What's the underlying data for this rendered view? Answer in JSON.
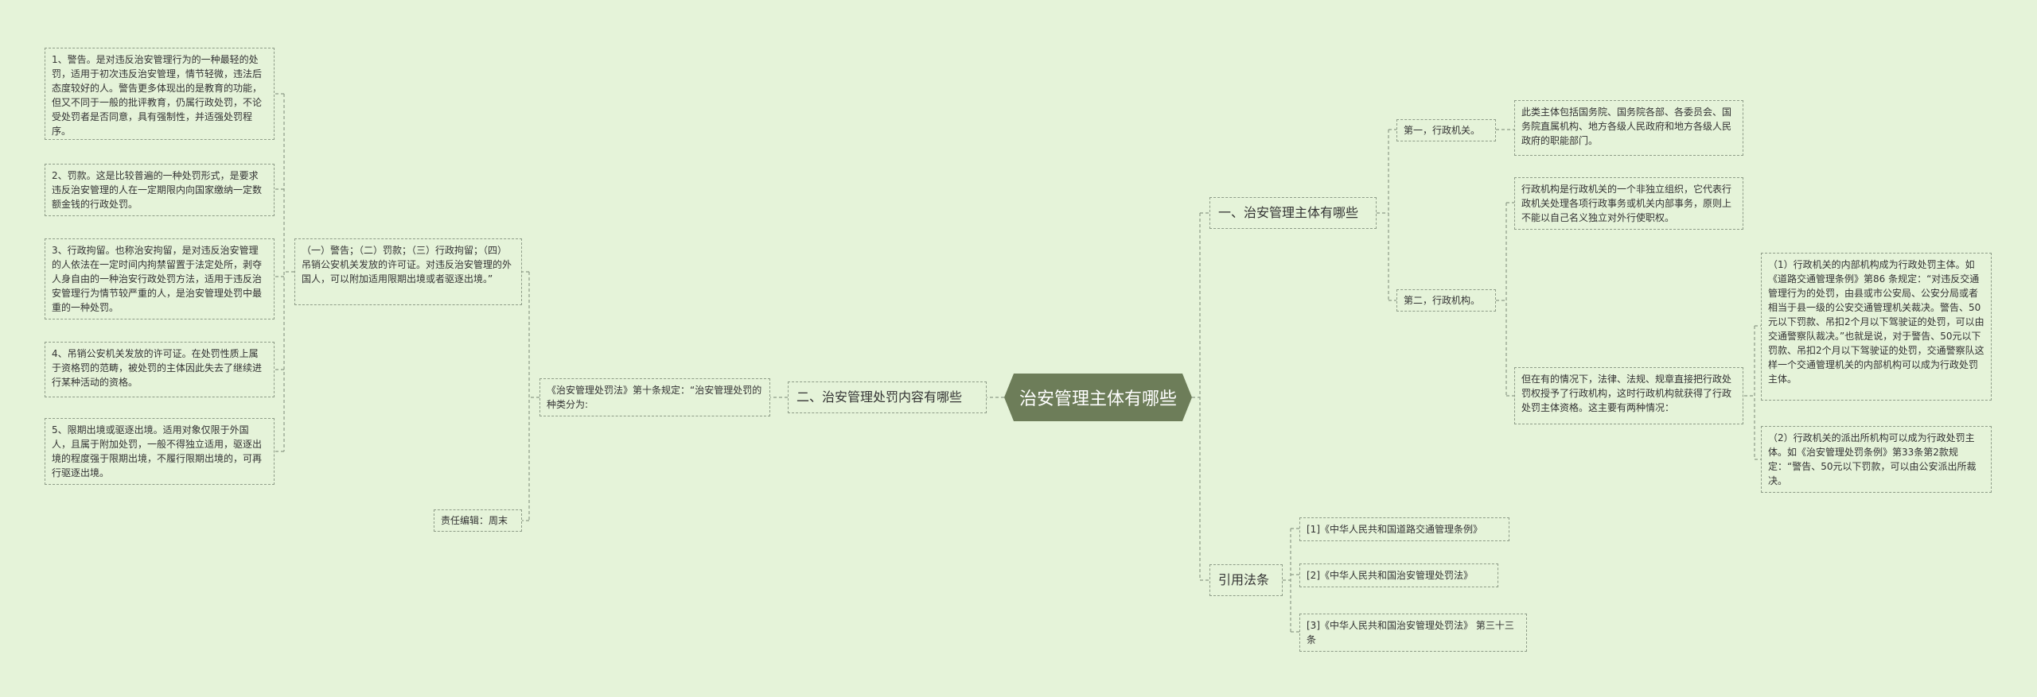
{
  "root": {
    "label": "治安管理主体有哪些"
  },
  "right": {
    "section1": {
      "label": "一、治安管理主体有哪些",
      "first": {
        "label": "第一，行政机关。",
        "desc": "此类主体包括国务院、国务院各部、各委员会、国务院直属机构、地方各级人民政府和地方各级人民政府的职能部门。"
      },
      "second": {
        "label": "第二，行政机构。",
        "desc1": "行政机构是行政机关的一个非独立组织，它代表行政机关处理各项行政事务或机关内部事务，原则上不能以自己名义独立对外行使职权。",
        "desc2": "但在有的情况下，法律、法规、规章直接把行政处罚权授予了行政机构，这时行政机构就获得了行政处罚主体资格。这主要有两种情况：",
        "case1": "（1）行政机关的内部机构成为行政处罚主体。如《道路交通管理条例》第86 条规定：“对违反交通管理行为的处罚，由县或市公安局、公安分局或者相当于县一级的公安交通管理机关裁决。警告、50元以下罚款、吊扣2个月以下驾驶证的处罚，可以由交通警察队裁决。”也就是说，对于警告、50元以下罚款、吊扣2个月以下驾驶证的处罚，交通警察队这样一个交通管理机关的内部机构可以成为行政处罚主体。",
        "case2": "（2）行政机关的派出所机构可以成为行政处罚主体。如《治安管理处罚条例》第33条第2款规定：“警告、50元以下罚款，可以由公安派出所裁决。"
      }
    },
    "refs": {
      "label": "引用法条",
      "items": [
        "[1]《中华人民共和国道路交通管理条例》",
        "[2]《中华人民共和国治安管理处罚法》",
        "[3]《中华人民共和国治安管理处罚法》 第三十三条"
      ]
    }
  },
  "left": {
    "section2": {
      "label": "二、治安管理处罚内容有哪些",
      "law": "《治安管理处罚法》第十条规定：“治安管理处罚的种类分为:",
      "summary": "（一）警告；（二）罚款；（三）行政拘留；（四）吊销公安机关发放的许可证。对违反治安管理的外国人，可以附加适用限期出境或者驱逐出境。”",
      "editor": "责任编辑：周末",
      "details": [
        "1、警告。是对违反治安管理行为的一种最轻的处罚，适用于初次违反治安管理，情节轻微，违法后态度较好的人。警告更多体现出的是教育的功能，但又不同于一般的批评教育，仍属行政处罚，不论受处罚者是否同意，具有强制性，并适强处罚程序。",
        "2、罚款。这是比较普遍的一种处罚形式，是要求违反治安管理的人在一定期限内向国家缴纳一定数额金钱的行政处罚。",
        "3、行政拘留。也称治安拘留，是对违反治安管理的人依法在一定时间内拘禁留置于法定处所，剥夺人身自由的一种治安行政处罚方法，适用于违反治安管理行为情节较严重的人，是治安管理处罚中最重的一种处罚。",
        "4、吊销公安机关发放的许可证。在处罚性质上属于资格罚的范畴，被处罚的主体因此失去了继续进行某种活动的资格。",
        "5、限期出境或驱逐出境。适用对象仅限于外国人，且属于附加处罚，一般不得独立适用，驱逐出境的程度强于限期出境，不履行限期出境的，可再行驱逐出境。"
      ]
    }
  }
}
